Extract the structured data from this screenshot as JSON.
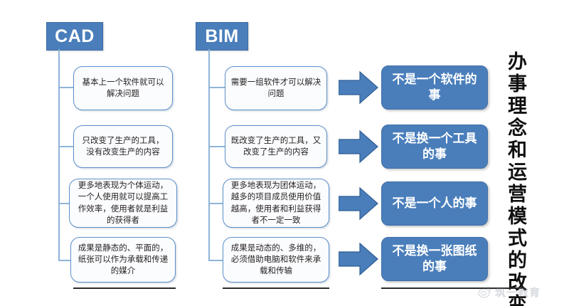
{
  "columns": {
    "cad": {
      "label": "CAD"
    },
    "bim": {
      "label": "BIM"
    }
  },
  "cad_items": [
    {
      "text": "基本上一个软件就可以解决问题"
    },
    {
      "text": "只改变了生产的工具，没有改变生产的内容"
    },
    {
      "text": "更多地表现为个体运动，一个人使用就可以提高工作效率，使用者就是利益的获得者"
    },
    {
      "text": "成果是静态的、平面的，纸张可以作为承载和传递的媒介"
    }
  ],
  "bim_items": [
    {
      "text": "需要一组软件才可以解决问题"
    },
    {
      "text": "既改变了生产的工具，又改变了生产的内容"
    },
    {
      "text": "更多地表现为团体运动，越多的项目成员使用价值越高，使用者和利益获得者不一定一致"
    },
    {
      "text": "成果是动态的、多维的，必须借助电脑和软件来承载和传输"
    }
  ],
  "results": [
    {
      "text": "不是一个软件的事"
    },
    {
      "text": "不是换一个工具的事"
    },
    {
      "text": "不是一个人的事"
    },
    {
      "text": "不是换一张图纸的事"
    }
  ],
  "vertical_title": {
    "text": "办事理念和运营模式的改变"
  },
  "watermark": {
    "text": "筑一教育",
    "icon": "weibo-eye-icon"
  },
  "colors": {
    "header_fill": "#4a7ebb",
    "result_fill": "#4a7ebb",
    "box_border": "#5b8fc9",
    "connector": "#8fb4d9",
    "arrow_fill": "#4a7ebb",
    "arrow_stroke": "#2f5d93",
    "text_dark": "#231f20"
  }
}
